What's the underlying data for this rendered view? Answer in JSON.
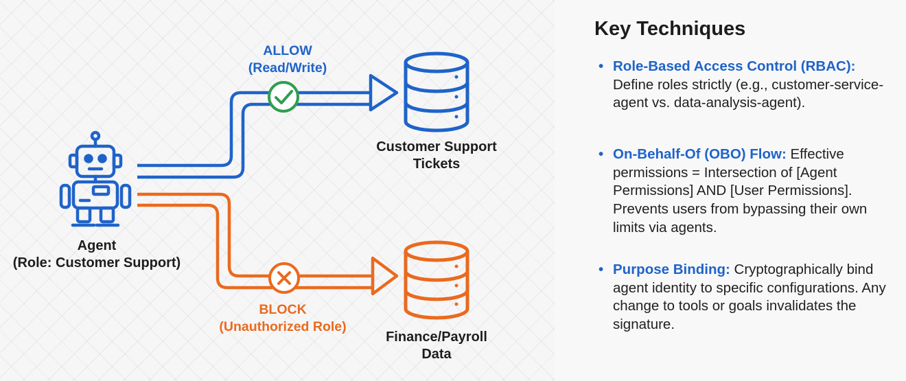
{
  "diagram": {
    "allow_label": [
      "ALLOW",
      "(Read/Write)"
    ],
    "block_label": [
      "BLOCK",
      "(Unauthorized Role)"
    ],
    "agent_label": [
      "Agent",
      "(Role: Customer Support)"
    ],
    "db_top_label": [
      "Customer Support",
      "Tickets"
    ],
    "db_bottom_label": [
      "Finance/Payroll",
      "Data"
    ],
    "icons": [
      "robot-icon",
      "check-icon",
      "x-icon",
      "database-icon",
      "database-icon"
    ],
    "colors": {
      "allow": "#1f63c9",
      "block": "#ea6a1e",
      "text": "#1d1d1d"
    }
  },
  "key_techniques": {
    "title": "Key Techniques",
    "items": [
      {
        "term": "Role-Based Access Control (RBAC):",
        "text": "Define roles strictly (e.g., customer-service-agent vs. data-analysis-agent)."
      },
      {
        "term": "On-Behalf-Of (OBO) Flow:",
        "text": "Effective permissions = Intersection of [Agent Permissions] AND [User Permissions]. Prevents users from bypassing their own limits via agents."
      },
      {
        "term": "Purpose Binding:",
        "text": " Cryptographically bind agent identity to specific configurations. Any change to tools or goals invalidates the signature."
      }
    ]
  }
}
